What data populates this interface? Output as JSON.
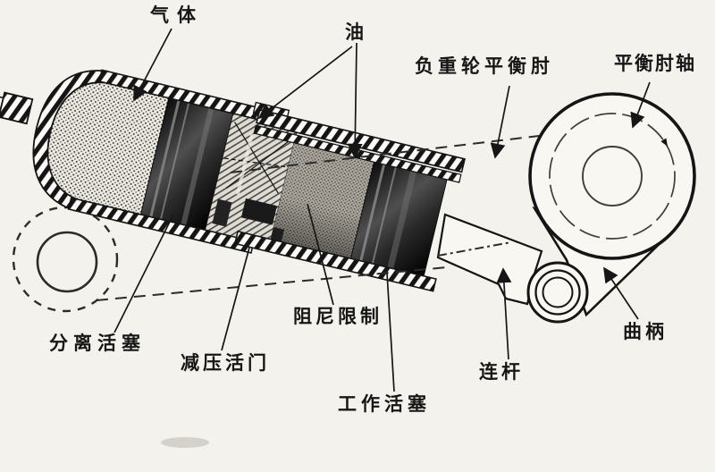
{
  "diagram": {
    "labels": {
      "gas": "气体",
      "oil": "油",
      "roadwheel_balance_arm": "负重轮平衡肘",
      "balance_arm_axle": "平衡肘轴",
      "separator_piston": "分离活塞",
      "pressure_relief_valve": "减压活门",
      "damping_limit": "阻尼限制",
      "working_piston": "工作活塞",
      "connecting_rod": "连杆",
      "crank": "曲柄"
    },
    "colors": {
      "paper": "#f4f2ec",
      "ink": "#161616",
      "gas_fill": "#efece4",
      "oil_fill": "#b0aca3",
      "piston_fill": "#111111"
    }
  }
}
